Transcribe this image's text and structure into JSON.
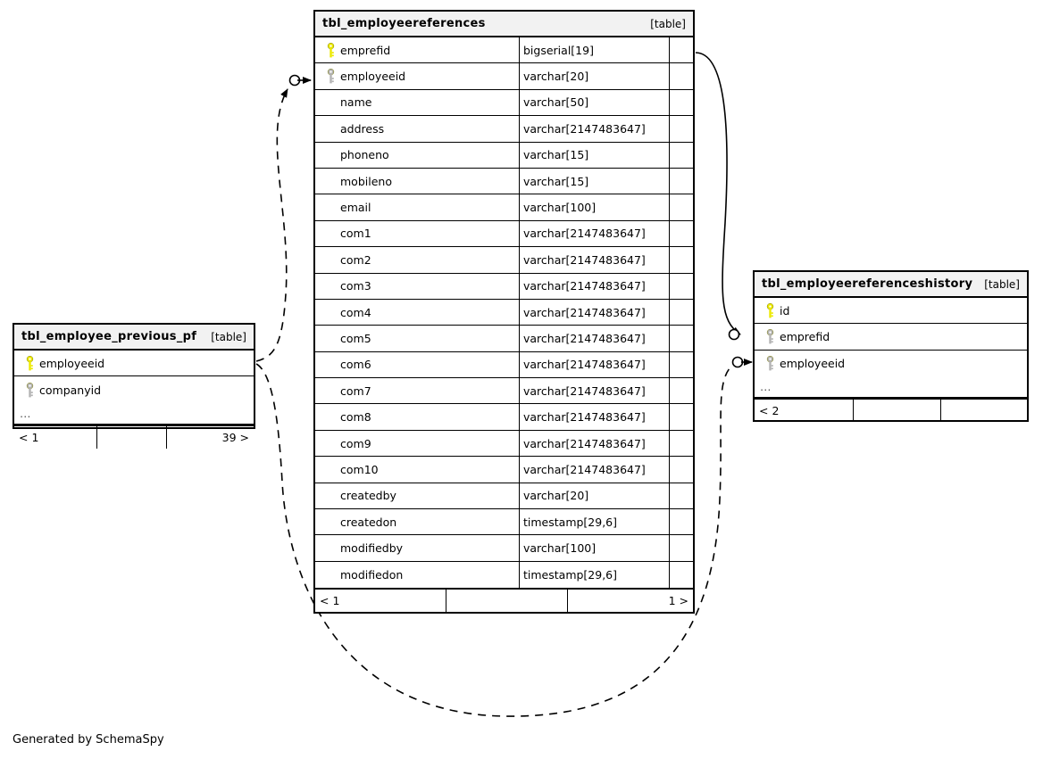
{
  "caption": "Generated by SchemaSpy",
  "labels": {
    "table_tag": "[table]",
    "ellipsis": "…"
  },
  "colors": {
    "primary_key": "#ece900",
    "foreign_key": "#b3b3b3",
    "header_bg": "#f2f2f2",
    "border": "#000000",
    "background": "#ffffff"
  },
  "tables": {
    "main": {
      "name": "tbl_employeereferences",
      "tag": "[table]",
      "columns": [
        {
          "name": "emprefid",
          "type": "bigserial[19]",
          "key": "primary"
        },
        {
          "name": "employeeid",
          "type": "varchar[20]",
          "key": "foreign"
        },
        {
          "name": "name",
          "type": "varchar[50]",
          "key": "none"
        },
        {
          "name": "address",
          "type": "varchar[2147483647]",
          "key": "none"
        },
        {
          "name": "phoneno",
          "type": "varchar[15]",
          "key": "none"
        },
        {
          "name": "mobileno",
          "type": "varchar[15]",
          "key": "none"
        },
        {
          "name": "email",
          "type": "varchar[100]",
          "key": "none"
        },
        {
          "name": "com1",
          "type": "varchar[2147483647]",
          "key": "none"
        },
        {
          "name": "com2",
          "type": "varchar[2147483647]",
          "key": "none"
        },
        {
          "name": "com3",
          "type": "varchar[2147483647]",
          "key": "none"
        },
        {
          "name": "com4",
          "type": "varchar[2147483647]",
          "key": "none"
        },
        {
          "name": "com5",
          "type": "varchar[2147483647]",
          "key": "none"
        },
        {
          "name": "com6",
          "type": "varchar[2147483647]",
          "key": "none"
        },
        {
          "name": "com7",
          "type": "varchar[2147483647]",
          "key": "none"
        },
        {
          "name": "com8",
          "type": "varchar[2147483647]",
          "key": "none"
        },
        {
          "name": "com9",
          "type": "varchar[2147483647]",
          "key": "none"
        },
        {
          "name": "com10",
          "type": "varchar[2147483647]",
          "key": "none"
        },
        {
          "name": "createdby",
          "type": "varchar[20]",
          "key": "none"
        },
        {
          "name": "createdon",
          "type": "timestamp[29,6]",
          "key": "none"
        },
        {
          "name": "modifiedby",
          "type": "varchar[100]",
          "key": "none"
        },
        {
          "name": "modifiedon",
          "type": "timestamp[29,6]",
          "key": "none"
        }
      ],
      "footer": [
        "< 1",
        "",
        "1 >"
      ]
    },
    "left": {
      "name": "tbl_employee_previous_pf",
      "tag": "[table]",
      "columns": [
        {
          "name": "employeeid",
          "key": "primary"
        },
        {
          "name": "companyid",
          "key": "foreign"
        }
      ],
      "has_ellipsis": true,
      "footer": [
        "< 1",
        "",
        "39 >"
      ]
    },
    "right": {
      "name": "tbl_employeereferenceshistory",
      "tag": "[table]",
      "columns": [
        {
          "name": "id",
          "key": "primary"
        },
        {
          "name": "emprefid",
          "key": "foreign"
        },
        {
          "name": "employeeid",
          "key": "foreign"
        }
      ],
      "has_ellipsis": true,
      "footer": [
        "< 2",
        "",
        ""
      ]
    }
  },
  "relationships": [
    {
      "name": "main-emprefid-to-history-emprefid",
      "style": "solid",
      "from": "tbl_employeereferences.emprefid",
      "to": "tbl_employeereferenceshistory.emprefid"
    },
    {
      "name": "main-employeeid-to-previouspf",
      "style": "dashed",
      "from": "tbl_employee_previous_pf.employeeid",
      "to": "tbl_employeereferences.employeeid"
    },
    {
      "name": "history-employeeid-to-previouspf",
      "style": "dashed",
      "from": "tbl_employee_previous_pf.employeeid",
      "to": "tbl_employeereferenceshistory.employeeid"
    }
  ]
}
